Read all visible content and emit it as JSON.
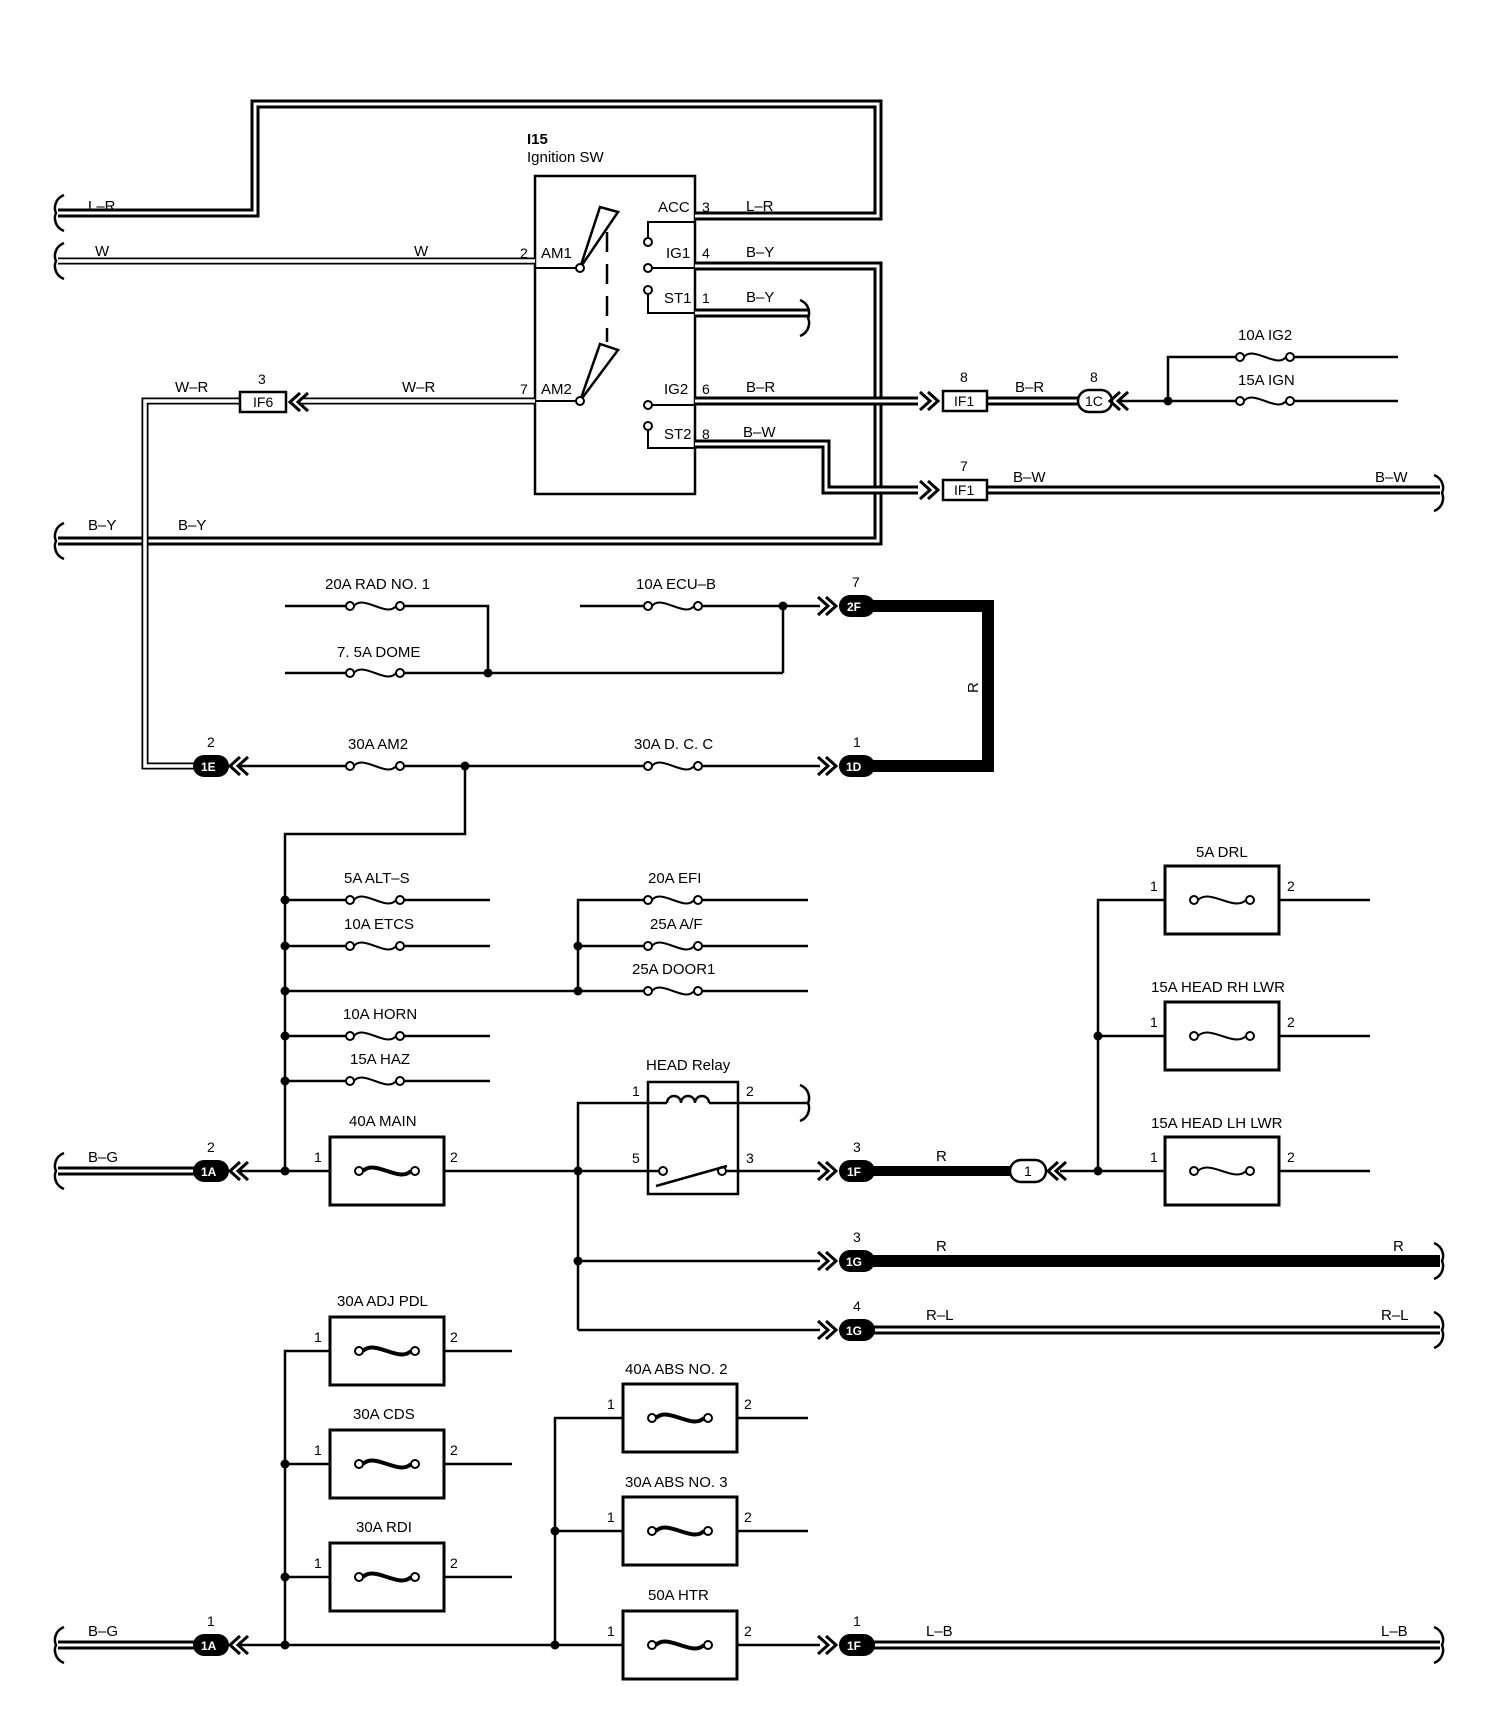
{
  "component": {
    "id": "I15",
    "name": "Ignition SW"
  },
  "switch_terminals": {
    "acc": "ACC",
    "ig1": "IG1",
    "st1": "ST1",
    "am1": "AM1",
    "am2": "AM2",
    "ig2": "IG2",
    "st2": "ST2"
  },
  "pins": {
    "acc": "3",
    "ig1": "4",
    "st1": "1",
    "am1": "2",
    "am2": "7",
    "ig2": "6",
    "st2": "8",
    "if6": "3",
    "if1_top": "8",
    "1c": "8",
    "if1_bot": "7",
    "2f": "7",
    "1e": "2",
    "1d": "1",
    "1a_top": "2",
    "1f_top": "3",
    "1g_top": "3",
    "1g_bot": "4",
    "1a_bot": "1",
    "1f_bot": "1",
    "one": "1",
    "two": "2",
    "three": "3",
    "five": "5"
  },
  "connectors": {
    "if6": "IF6",
    "if1": "IF1",
    "c1c": "1C",
    "c2f": "2F",
    "c1e": "1E",
    "c1d": "1D",
    "c1a": "1A",
    "c1f": "1F",
    "c1g": "1G",
    "j1": "1"
  },
  "wires": {
    "lr": "L–R",
    "w": "W",
    "wr": "W–R",
    "by": "B–Y",
    "br": "B–R",
    "bw": "B–W",
    "r": "R",
    "rl": "R–L",
    "bg": "B–G",
    "lb": "L–B"
  },
  "fuses": {
    "ig2": "10A IG2",
    "ign": "15A IGN",
    "rad1": "20A RAD NO. 1",
    "dome": "7. 5A DOME",
    "ecub": "10A ECU–B",
    "am2": "30A AM2",
    "dcc": "30A D. C. C",
    "alts": "5A ALT–S",
    "etcs": "10A ETCS",
    "efi": "20A EFI",
    "af": "25A A/F",
    "door1": "25A DOOR1",
    "horn": "10A HORN",
    "haz": "15A HAZ",
    "main": "40A MAIN",
    "drl": "5A DRL",
    "headrh": "15A HEAD RH LWR",
    "headlh": "15A HEAD LH LWR",
    "adjpdl": "30A ADJ PDL",
    "cds": "30A CDS",
    "rdi": "30A RDI",
    "abs2": "40A ABS NO. 2",
    "abs3": "30A ABS NO. 3",
    "htr": "50A HTR"
  },
  "relay": {
    "head": "HEAD Relay"
  }
}
